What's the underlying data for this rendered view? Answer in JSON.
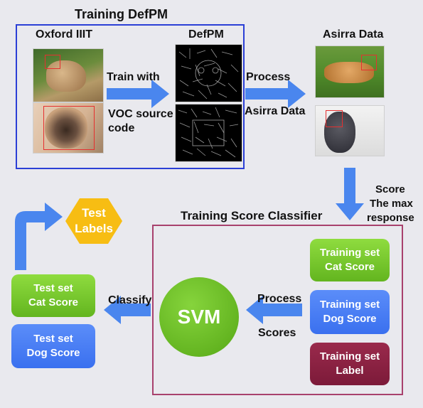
{
  "training_defpm": {
    "title": "Training DefPM",
    "oxford_label": "Oxford IIIT",
    "defpm_label": "DefPM",
    "train_with": "Train with",
    "voc_source_line1": "VOC source",
    "voc_source_line2": "code"
  },
  "asirra": {
    "label": "Asirra Data",
    "process": "Process",
    "asirra_data": "Asirra Data"
  },
  "score": {
    "line1": "Score",
    "line2": "The max",
    "line3": "response"
  },
  "classifier": {
    "title": "Training Score Classifier",
    "training_cat_line1": "Training set",
    "training_cat_line2": "Cat Score",
    "training_dog_line1": "Training set",
    "training_dog_line2": "Dog Score",
    "training_label_line1": "Training set",
    "training_label_line2": "Label",
    "process": "Process",
    "scores": "Scores",
    "svm": "SVM"
  },
  "test": {
    "cat_line1": "Test set",
    "cat_line2": "Cat Score",
    "dog_line1": "Test set",
    "dog_line2": "Dog Score",
    "classify": "Classify",
    "labels_line1": "Test",
    "labels_line2": "Labels"
  },
  "colors": {
    "arrow": "#4a86ee",
    "green": "#6cc22a",
    "blue": "#4a7ff4",
    "maroon": "#8b2244",
    "hexagon": "#f7bd13",
    "box_blue": "#2b3fd6",
    "box_pink": "#a8416d"
  }
}
